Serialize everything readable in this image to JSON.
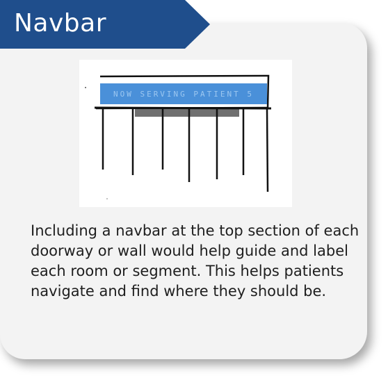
{
  "banner": {
    "title": "Navbar",
    "color": "#1f4e8c"
  },
  "illustration": {
    "sign_text": "NOW SERVING PATIENT 5",
    "sign_color": "#4a90d9",
    "sign_text_color": "#9cc7f0"
  },
  "description": "Including a navbar at the top section of each doorway or wall would help guide and label each room or segment. This helps patients navigate and find where they should be."
}
